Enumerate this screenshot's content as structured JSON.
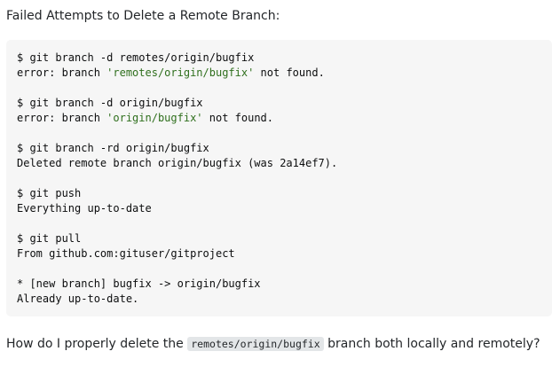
{
  "post": {
    "intro": "Failed Attempts to Delete a Remote Branch:",
    "code_lines": [
      {
        "pre": "$ git branch -d remotes/origin/bugfix",
        "str": "",
        "post": ""
      },
      {
        "pre": "error: branch ",
        "str": "'remotes/origin/bugfix'",
        "post": " not found."
      },
      {
        "pre": "",
        "str": "",
        "post": ""
      },
      {
        "pre": "$ git branch -d origin/bugfix",
        "str": "",
        "post": ""
      },
      {
        "pre": "error: branch ",
        "str": "'origin/bugfix'",
        "post": " not found."
      },
      {
        "pre": "",
        "str": "",
        "post": ""
      },
      {
        "pre": "$ git branch -rd origin/bugfix",
        "str": "",
        "post": ""
      },
      {
        "pre": "Deleted remote branch origin/bugfix (was 2a14ef7).",
        "str": "",
        "post": ""
      },
      {
        "pre": "",
        "str": "",
        "post": ""
      },
      {
        "pre": "$ git push",
        "str": "",
        "post": ""
      },
      {
        "pre": "Everything up-to-date",
        "str": "",
        "post": ""
      },
      {
        "pre": "",
        "str": "",
        "post": ""
      },
      {
        "pre": "$ git pull",
        "str": "",
        "post": ""
      },
      {
        "pre": "From github.com:gituser/gitproject",
        "str": "",
        "post": ""
      },
      {
        "pre": "",
        "str": "",
        "post": ""
      },
      {
        "pre": "* [new branch] bugfix -> origin/bugfix",
        "str": "",
        "post": ""
      },
      {
        "pre": "Already up-to-date.",
        "str": "",
        "post": ""
      }
    ],
    "question": {
      "before": "How do I properly delete the ",
      "code": "remotes/origin/bugfix",
      "after": " branch both locally and remotely?"
    }
  },
  "colors": {
    "code_background": "#f6f6f6",
    "string_literal": "#2f6f1d",
    "inline_code_background": "#e3e6e8"
  }
}
